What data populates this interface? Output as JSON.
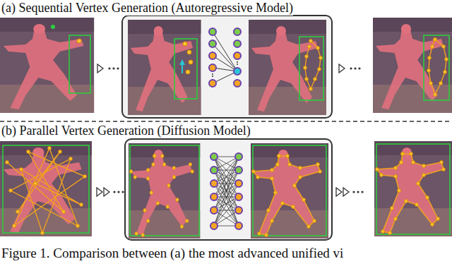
{
  "diagram": {
    "caption": "Figure 1. Comparison between (a) the most advanced unified vi",
    "labels": [
      "(a) Sequential Vertex Generation (Autoregressive Model)",
      "(b) Parallel Vertex Generation (Diffusion Model)"
    ]
  }
}
